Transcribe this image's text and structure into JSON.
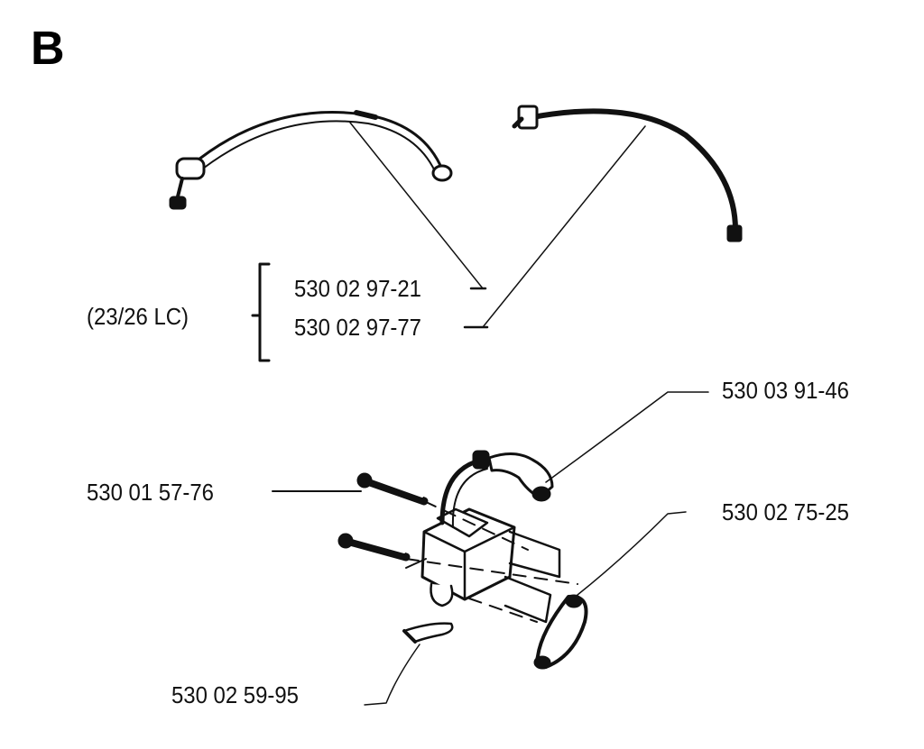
{
  "section_letter": "B",
  "model_note": "(23/26 LC)",
  "parts": {
    "lead_a": "530 02 97-21",
    "lead_b": "530 02 97-77",
    "spark_cap": "530 03 91-46",
    "screw": "530 01 57-76",
    "spacer": "530 02 75-25",
    "bracket": "530 02 59-95"
  },
  "colors": {
    "ink": "#111111",
    "background": "#ffffff"
  }
}
